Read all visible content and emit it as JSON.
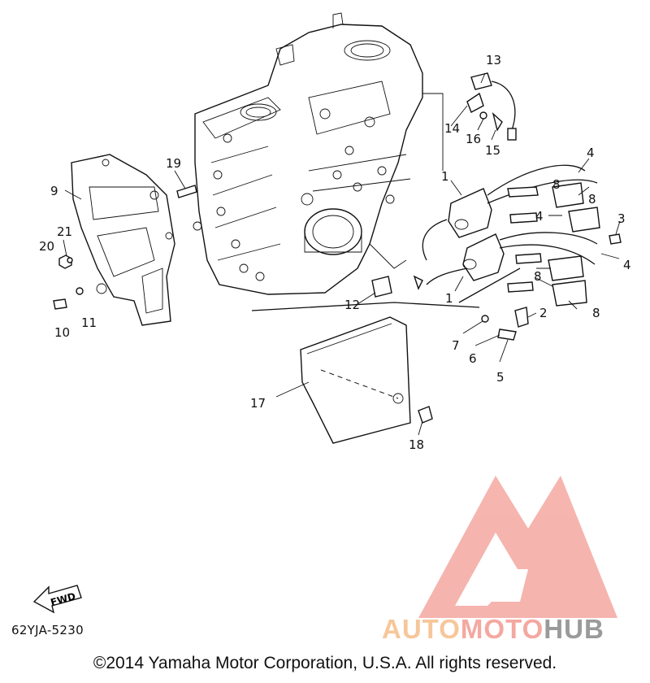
{
  "diagram": {
    "code": "62YJA-5230",
    "copyright": "©2014 Yamaha Motor Corporation, U.S.A. All rights reserved.",
    "fwd_label": "FWD",
    "callouts": [
      "1",
      "1",
      "2",
      "3",
      "4",
      "4",
      "4",
      "5",
      "6",
      "7",
      "8",
      "8",
      "8",
      "8",
      "9",
      "10",
      "11",
      "12",
      "13",
      "14",
      "15",
      "16",
      "17",
      "18",
      "19",
      "20",
      "21"
    ]
  },
  "watermark": {
    "part1": "AUTO",
    "part2": "MOTO",
    "part3": "HUB",
    "colors": {
      "auto": "#f6c79a",
      "moto": "#f4a8a0",
      "hub": "#9a9a9a",
      "logo": "#f4a8a0"
    }
  }
}
